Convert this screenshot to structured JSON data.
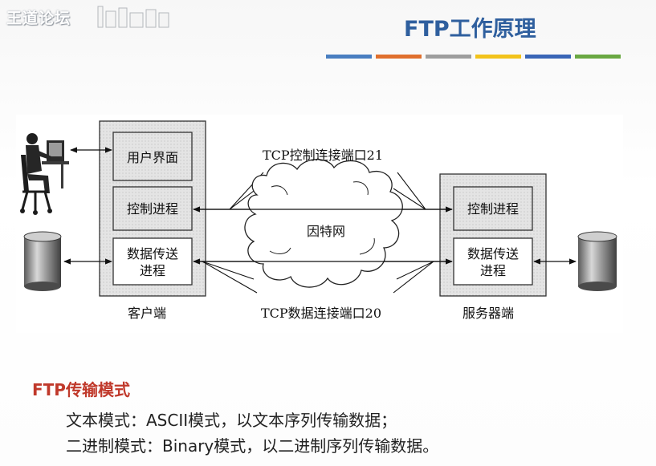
{
  "watermark": {
    "text": "王道论坛"
  },
  "title": "FTP工作原理",
  "accent_colors": [
    "#4a7fc1",
    "#e0702e",
    "#9e9e9e",
    "#f2c31b",
    "#3a66b7",
    "#6aa843"
  ],
  "diagram": {
    "client": {
      "label": "客户端",
      "ui_box": "用户界面",
      "control_box": "控制进程",
      "data_box_line1": "数据传送",
      "data_box_line2": "进程"
    },
    "server": {
      "label": "服务器端",
      "control_box": "控制进程",
      "data_box_line1": "数据传送",
      "data_box_line2": "进程"
    },
    "internet_label": "因特网",
    "control_connection": "TCP控制连接端口21",
    "data_connection": "TCP数据连接端口20"
  },
  "modes": {
    "heading": "FTP传输模式",
    "text_mode": "文本模式：ASCII模式，以文本序列传输数据；",
    "binary_mode": "二进制模式：Binary模式，以二进制序列传输数据。"
  }
}
